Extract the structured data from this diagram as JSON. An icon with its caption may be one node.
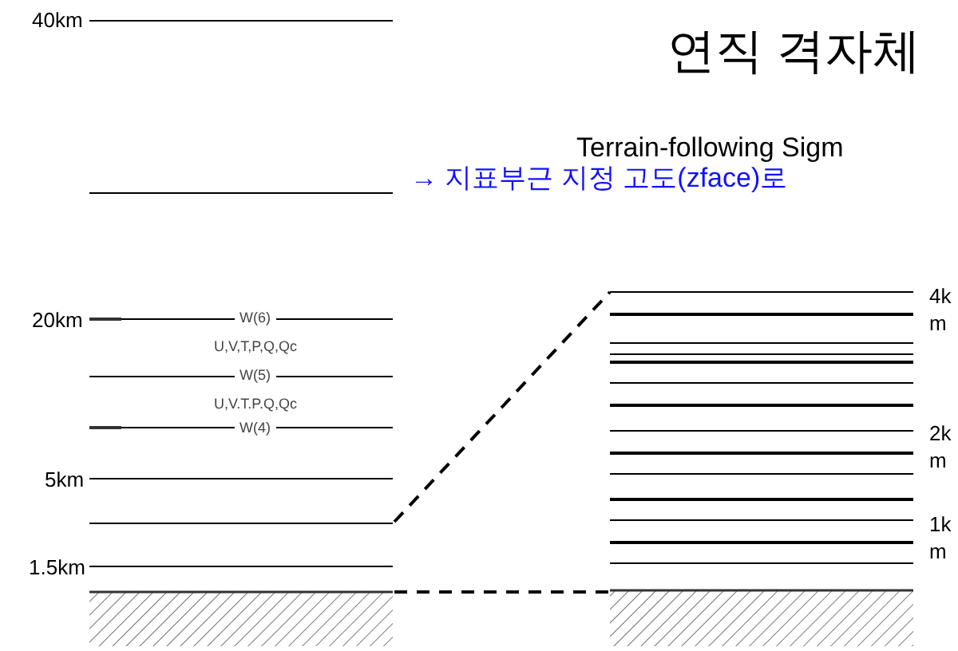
{
  "diagram": {
    "title": "연직 격자체",
    "labels": [
      "Terrain-following Sigm",
      "→ 지표부근 지정 고도(zface)로",
      "40km",
      "20km",
      "W(6)",
      "U,V,T,P,Q,Qc",
      "W(5)",
      "U,V.T.P.Q,Qc",
      "W(4)",
      "5km",
      "1.5km",
      "4km",
      "2km",
      "1km"
    ]
  }
}
